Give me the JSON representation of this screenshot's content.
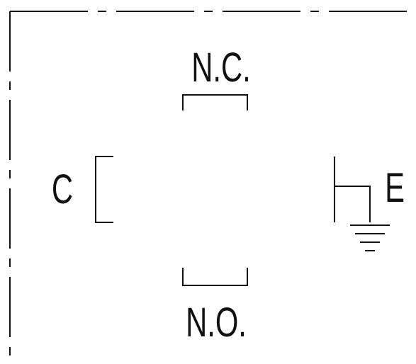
{
  "diagram": {
    "terminals": {
      "nc_label": "N.C.",
      "no_label": "N.O.",
      "common_label": "C",
      "earth_label": "E"
    },
    "stroke_color": "#111111"
  }
}
